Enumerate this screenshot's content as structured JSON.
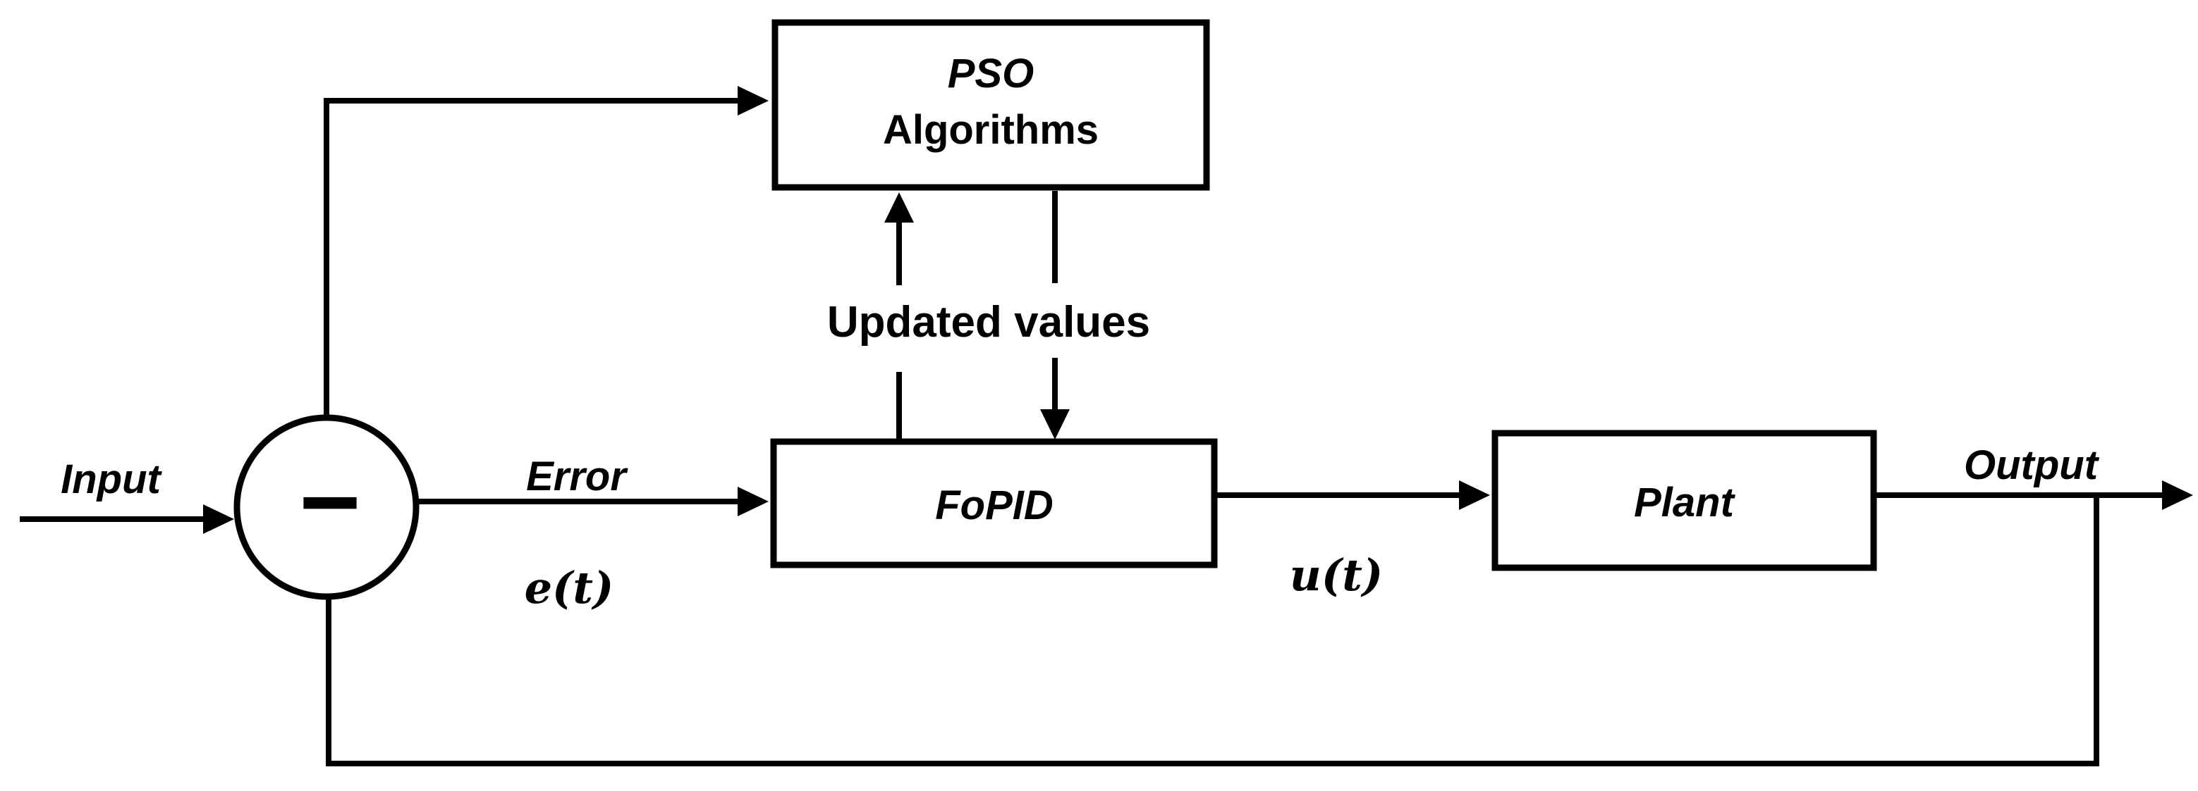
{
  "figure": {
    "type": "control-system-block-diagram",
    "background_color": "#ffffff",
    "stroke_color": "#000000",
    "blocks": {
      "pso": {
        "line1": "PSO",
        "line2": "Algorithms"
      },
      "controller": {
        "label": "FoPID"
      },
      "plant": {
        "label": "Plant"
      }
    },
    "junction": {
      "operator": "−"
    },
    "labels": {
      "input": "Input",
      "error": "Error",
      "error_signal": "e(t)",
      "updated_values": "Updated values",
      "control_signal": "u(t)",
      "output": "Output"
    }
  }
}
